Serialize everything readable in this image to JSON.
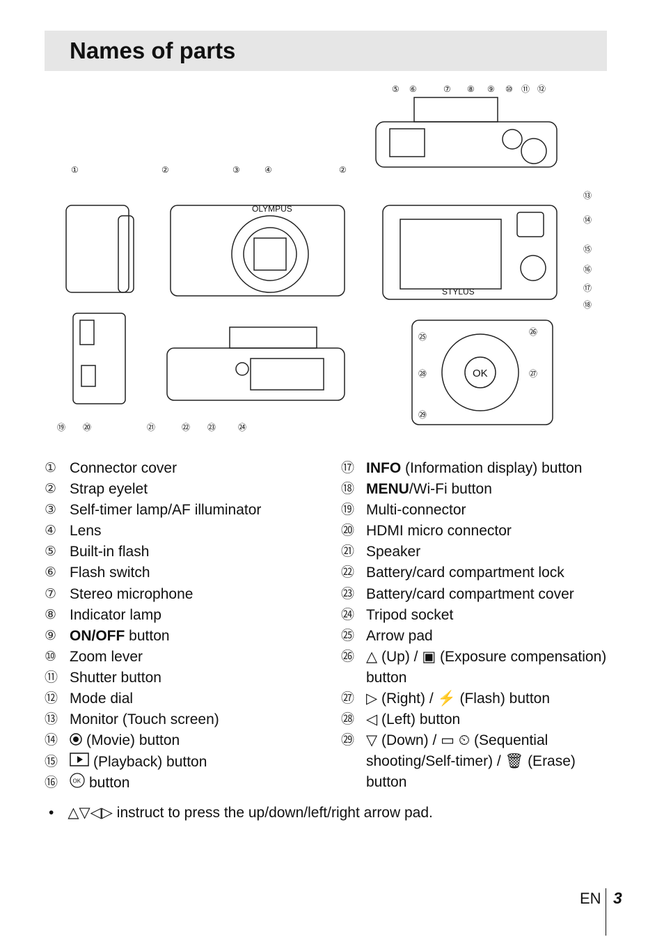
{
  "title": "Names of parts",
  "brand_label": "OLYMPUS",
  "model_label": "STYLUS",
  "ok_label": "OK",
  "callouts": [
    "①",
    "②",
    "③",
    "④",
    "⑤",
    "⑥",
    "⑦",
    "⑧",
    "⑨",
    "⑩",
    "⑪",
    "⑫",
    "⑬",
    "⑭",
    "⑮",
    "⑯",
    "⑰",
    "⑱",
    "⑲",
    "⑳",
    "㉑",
    "㉒",
    "㉓",
    "㉔",
    "㉕",
    "㉖",
    "㉗",
    "㉘",
    "㉙"
  ],
  "parts_left": [
    {
      "num": "①",
      "text": "Connector cover"
    },
    {
      "num": "②",
      "text": "Strap eyelet"
    },
    {
      "num": "③",
      "text": "Self-timer lamp/AF illuminator"
    },
    {
      "num": "④",
      "text": "Lens"
    },
    {
      "num": "⑤",
      "text": "Built-in flash"
    },
    {
      "num": "⑥",
      "text": "Flash switch"
    },
    {
      "num": "⑦",
      "text": "Stereo microphone"
    },
    {
      "num": "⑧",
      "text": "Indicator lamp"
    },
    {
      "num": "⑨",
      "bold": "ON/OFF",
      "text": " button"
    },
    {
      "num": "⑩",
      "text": "Zoom lever"
    },
    {
      "num": "⑪",
      "text": "Shutter button"
    },
    {
      "num": "⑫",
      "text": "Mode dial"
    },
    {
      "num": "⑬",
      "text": "Monitor (Touch screen)"
    },
    {
      "num": "⑭",
      "icon": "movie-icon",
      "text": "(Movie) button"
    },
    {
      "num": "⑮",
      "icon": "playback-icon",
      "text": "(Playback) button"
    },
    {
      "num": "⑯",
      "icon": "ok-icon",
      "text": "button"
    }
  ],
  "parts_right": [
    {
      "num": "⑰",
      "bold": "INFO",
      "text": " (Information display) button"
    },
    {
      "num": "⑱",
      "bold": "MENU",
      "text": "/Wi-Fi button"
    },
    {
      "num": "⑲",
      "text": "Multi-connector"
    },
    {
      "num": "⑳",
      "text": "HDMI micro connector"
    },
    {
      "num": "㉑",
      "text": "Speaker"
    },
    {
      "num": "㉒",
      "text": "Battery/card compartment lock"
    },
    {
      "num": "㉓",
      "text": "Battery/card compartment cover"
    },
    {
      "num": "㉔",
      "text": "Tripod socket"
    },
    {
      "num": "㉕",
      "text": "Arrow pad"
    },
    {
      "num": "㉖",
      "text": "△ (Up) / ▣ (Exposure compensation) button"
    },
    {
      "num": "㉗",
      "text": "▷ (Right) / ⚡ (Flash) button"
    },
    {
      "num": "㉘",
      "text": "◁ (Left) button"
    },
    {
      "num": "㉙",
      "text": "▽ (Down) / ▭ ⏲ (Sequential shooting/Self-timer) / 🗑 (Erase) button"
    }
  ],
  "note": "△▽◁▷ instruct to press the up/down/left/right arrow pad.",
  "footer": {
    "lang": "EN",
    "page": "3"
  }
}
